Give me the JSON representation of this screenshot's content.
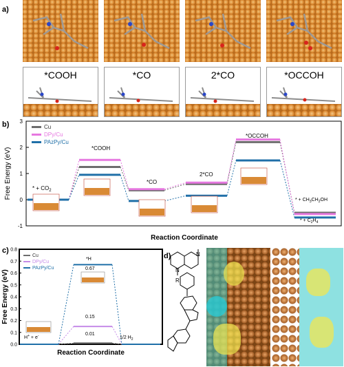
{
  "panel_a": {
    "letter": "a)",
    "labels": [
      "*COOH",
      "*CO",
      "2*CO",
      "*OCCOH"
    ]
  },
  "panel_b": {
    "letter": "b)",
    "chart_data": {
      "type": "line",
      "ylabel": "Free Energy (eV)",
      "xlabel": "Reaction Coordinate",
      "ylim": [
        -1,
        3
      ],
      "yticks": [
        "-1",
        "0",
        "1",
        "2",
        "3"
      ],
      "states": [
        "* + CO2",
        "*COOH",
        "*CO",
        "2*CO",
        "*OCCOH",
        "* + CH3CH2OH / * + C2H4"
      ],
      "state_labels": [
        "* + CO",
        "*COOH",
        "*CO",
        "2*CO",
        "*OCCOH",
        "* + CH",
        "CH",
        "OH",
        "* + C",
        "H"
      ],
      "series": [
        {
          "name": "Cu",
          "color": "#6d6d6d",
          "values": [
            0.0,
            1.25,
            0.36,
            0.6,
            2.2,
            -0.5
          ]
        },
        {
          "name": "DPy/Cu",
          "color": "#e678e0",
          "values": [
            0.0,
            1.52,
            0.4,
            0.65,
            2.3,
            -0.55
          ]
        },
        {
          "name": "PAzPy/Cu",
          "color": "#1f6fa8",
          "values": [
            0.0,
            0.95,
            -0.05,
            0.15,
            1.5,
            -0.68
          ]
        }
      ],
      "grid": false,
      "legend": "top-left"
    }
  },
  "panel_c": {
    "letter": "c)",
    "chart_data": {
      "type": "line",
      "ylabel": "Free Energy (eV)",
      "xlabel": "Reaction Coordinate",
      "ylim": [
        0.0,
        0.8
      ],
      "yticks": [
        "0.0",
        "0.1",
        "0.2",
        "0.3",
        "0.4",
        "0.5",
        "0.6",
        "0.7",
        "0.8"
      ],
      "states": [
        "H+ + e-",
        "*H",
        "1/2 H2"
      ],
      "state_labels": [
        "H",
        "+",
        " + e",
        "-",
        "*H",
        "1/2 H",
        "2"
      ],
      "series": [
        {
          "name": "Cu",
          "color": "#6d6d6d",
          "values": [
            0.0,
            0.01,
            0.0
          ]
        },
        {
          "name": "DPy/Cu",
          "color": "#c58be8",
          "values": [
            0.0,
            0.15,
            0.0
          ]
        },
        {
          "name": "PAzPy/Cu",
          "color": "#1f6fa8",
          "values": [
            0.0,
            0.67,
            0.0
          ]
        }
      ],
      "annotations": [
        "0.67",
        "0.15",
        "0.01"
      ],
      "legend": "top-left"
    }
  },
  "panel_d": {
    "letter": "d)",
    "atoms": [
      "N",
      "N",
      "R",
      "R"
    ]
  }
}
